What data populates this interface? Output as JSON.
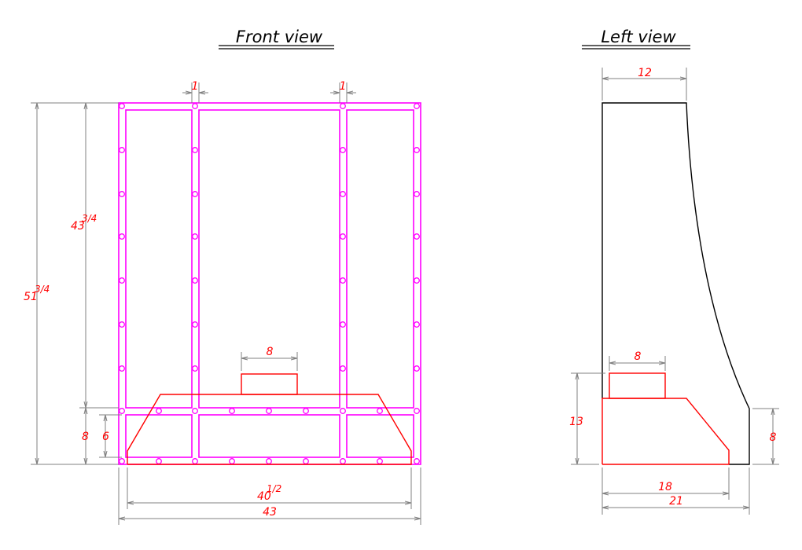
{
  "titles": {
    "front": "Front view",
    "left": "Left view"
  },
  "front_dims": {
    "post_width_left": "1",
    "post_width_right": "1",
    "total_height_whole": "51",
    "total_height_frac": "3/4",
    "upper_height_whole": "43",
    "upper_height_frac": "3/4",
    "chimney_width": "8",
    "base_height": "8",
    "hood_height": "6",
    "hood_width_whole": "40",
    "hood_width_frac": "1/2",
    "total_width": "43"
  },
  "left_dims": {
    "top_depth": "12",
    "chimney_width": "8",
    "hood_height": "13",
    "base_height": "8",
    "hood_depth": "18",
    "total_depth": "21"
  },
  "colors": {
    "frame": "#ff00ff",
    "hood": "#ff0000",
    "dimension": "#808080",
    "outline": "#000000"
  }
}
